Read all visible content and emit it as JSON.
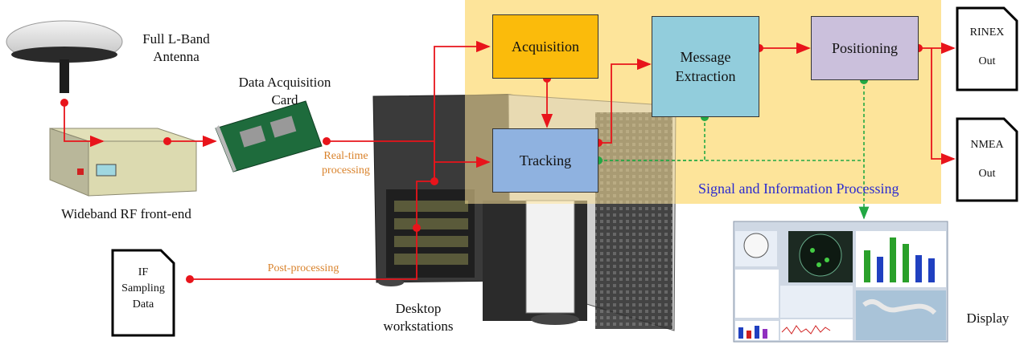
{
  "labels": {
    "antenna": "Full L-Band\nAntenna",
    "frontend": "Wideband RF front-end",
    "daq_card": "Data Acquisition\nCard",
    "realtime": "Real-time\nprocessing",
    "postproc": "Post-processing",
    "workstation": "Desktop\nworkstations",
    "if_data": "IF\nSampling\nData",
    "display": "Display",
    "sip": "Signal and Information Processing"
  },
  "blocks": {
    "acquisition": "Acquisition",
    "tracking": "Tracking",
    "message": "Message\nExtraction",
    "positioning": "Positioning"
  },
  "outputs": {
    "rinex": [
      "RINEX",
      "Out"
    ],
    "nmea": [
      "NMEA",
      "Out"
    ]
  },
  "colors": {
    "acquisition": "#fbbb0b",
    "tracking": "#8fb2e0",
    "message": "#92cddc",
    "positioning": "#cbc0dc",
    "processing_bg": "#fde49a",
    "arrow_red": "#e8141b",
    "arrow_green": "#22a844",
    "sip_text": "#2a2ad0",
    "post_text": "#d9822b"
  }
}
